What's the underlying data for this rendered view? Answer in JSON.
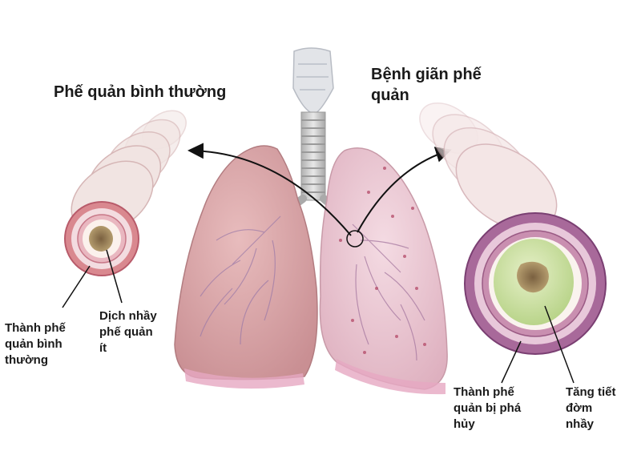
{
  "diagram": {
    "title_normal": "Phế quản bình thường",
    "title_disease": [
      "Bệnh giãn phế",
      "quản"
    ],
    "labels": {
      "normal_wall": [
        "Thành phế",
        "quản bình",
        "thường"
      ],
      "normal_mucus": [
        "Dịch nhầy",
        "phế quản",
        "ít"
      ],
      "destroyed_wall": [
        "Thành phế",
        "quản bị phá",
        "hủy"
      ],
      "increased_mucus": [
        "Tăng tiết",
        "đờm",
        "nhầy"
      ]
    },
    "colors": {
      "lung_left": "#dba7a8",
      "lung_right": "#ecc9d3",
      "normal_tube": "#e8c0c3",
      "disease_ring": "#9b5f8f",
      "mucus_green": "#cfe4a8",
      "trachea": "#c8c8c8"
    }
  }
}
